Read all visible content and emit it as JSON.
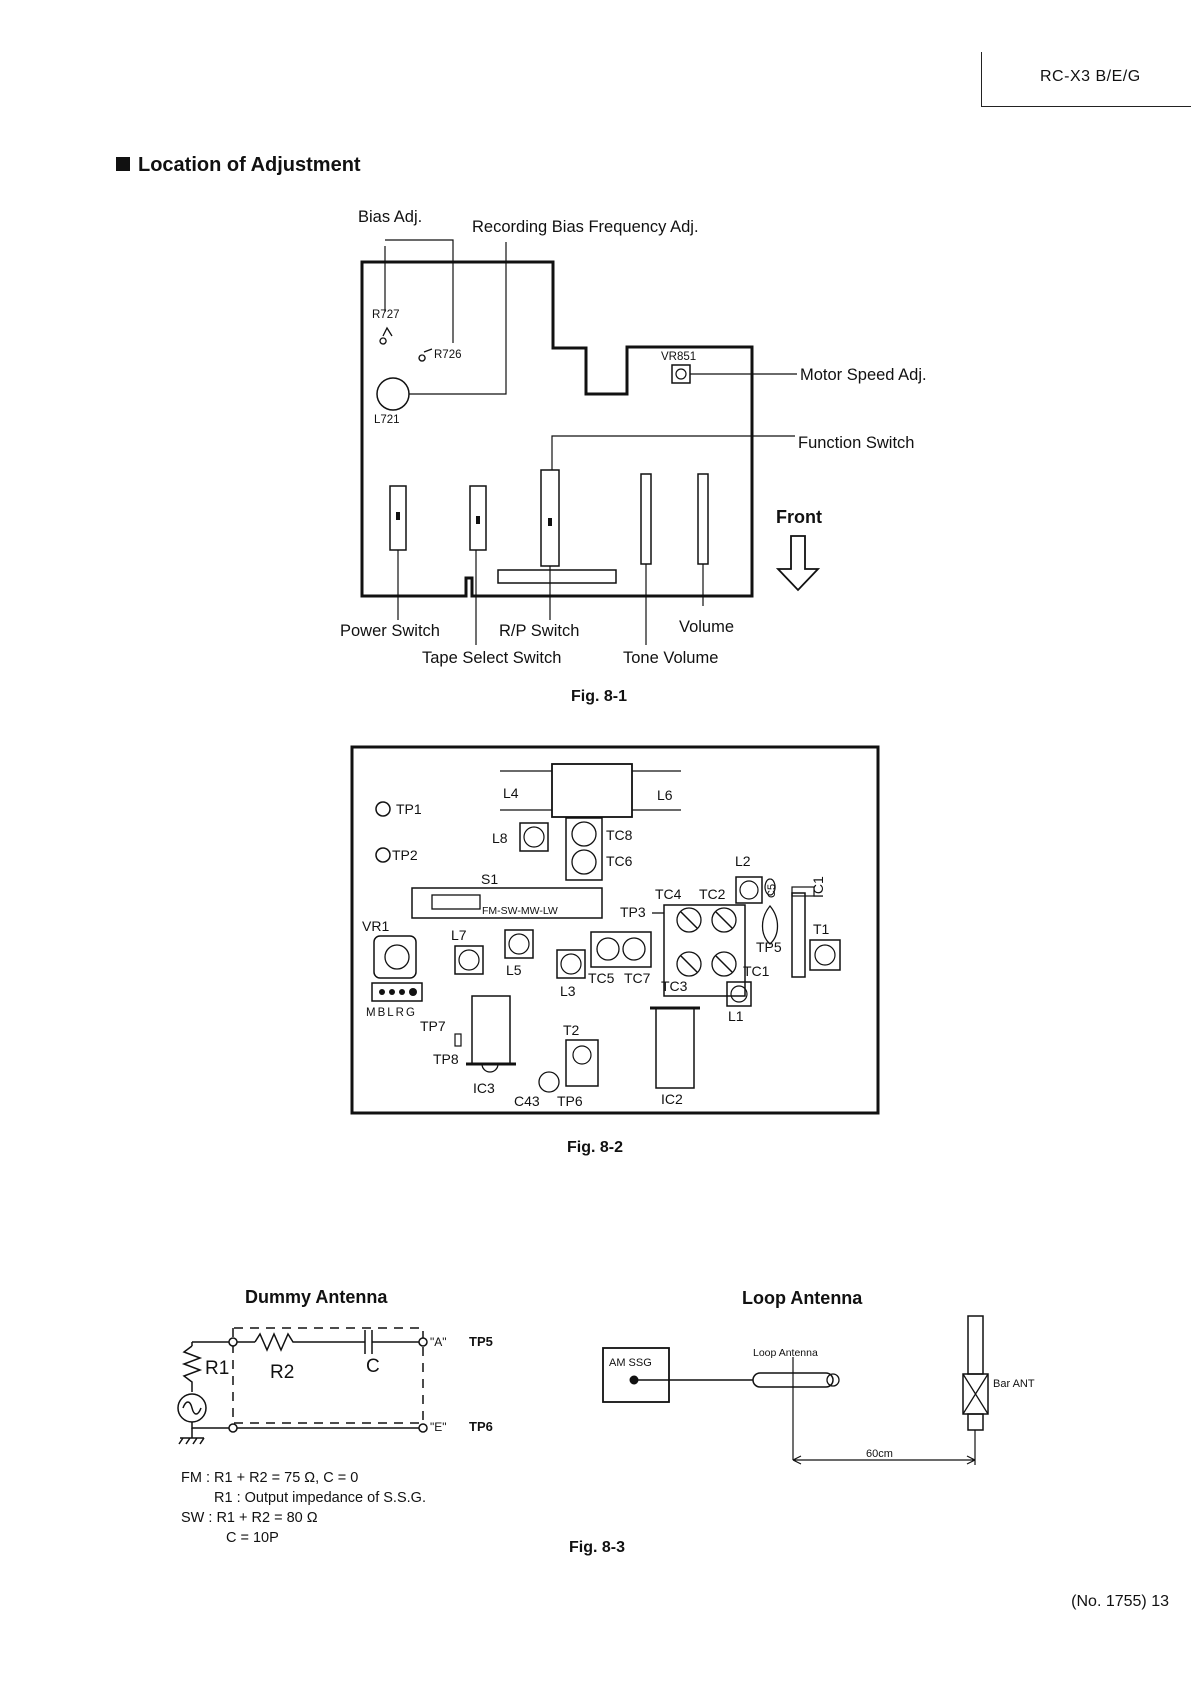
{
  "header": {
    "model": "RC-X3 B/E/G"
  },
  "section": {
    "title": "Location of Adjustment"
  },
  "fig1": {
    "caption": "Fig. 8-1",
    "bias_adj": "Bias Adj.",
    "rec_bias_freq": "Recording Bias Frequency Adj.",
    "r727": "R727",
    "r726": "R726",
    "l721": "L721",
    "vr851": "VR851",
    "motor_speed": "Motor Speed Adj.",
    "function_switch": "Function Switch",
    "front": "Front",
    "power_switch": "Power Switch",
    "rp_switch": "R/P Switch",
    "volume": "Volume",
    "tape_select": "Tape Select Switch",
    "tone_volume": "Tone Volume"
  },
  "fig2": {
    "caption": "Fig. 8-2",
    "tp1": "TP1",
    "tp2": "TP2",
    "l4": "L4",
    "l6": "L6",
    "l8": "L8",
    "tc8": "TC8",
    "tc6": "TC6",
    "s1": "S1",
    "fm_sw": "FM-SW-MW-LW",
    "l2": "L2",
    "tc4": "TC4",
    "tc2": "TC2",
    "c5": "C5",
    "ic1": "IC1",
    "tp3": "TP3",
    "vr1": "VR1",
    "l7": "L7",
    "l5": "L5",
    "tc5": "TC5",
    "tc7": "TC7",
    "tp5": "TP5",
    "t1": "T1",
    "tc1": "TC1",
    "tc3": "TC3",
    "l3": "L3",
    "l1": "L1",
    "mblrg": "MBLRG",
    "tp7": "TP7",
    "tp8": "TP8",
    "t2": "T2",
    "ic3": "IC3",
    "c43": "C43",
    "tp6": "TP6",
    "ic2": "IC2"
  },
  "fig3": {
    "caption": "Fig. 8-3",
    "dummy": {
      "title": "Dummy Antenna",
      "r1": "R1",
      "r2": "R2",
      "c": "C",
      "a": "\"A\"",
      "tp5": "TP5",
      "e": "\"E\"",
      "tp6": "TP6",
      "fm_line": "FM : R1 + R2 = 75 Ω, C = 0",
      "r1_note": "R1 : Output impedance of S.S.G.",
      "sw_line": "SW : R1 + R2 = 80 Ω",
      "c_line": "C = 10P"
    },
    "loop": {
      "title": "Loop Antenna",
      "am_ssg": "AM SSG",
      "loop_label": "Loop Antenna",
      "bar_ant": "Bar ANT",
      "distance": "60cm"
    }
  },
  "footer": {
    "page_ref": "(No. 1755) 13"
  }
}
